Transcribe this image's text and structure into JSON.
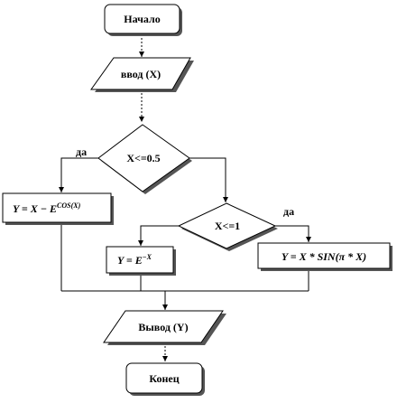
{
  "nodes": {
    "start": "Начало",
    "input": "ввод (X)",
    "cond1": "X<=0.5",
    "formula1": {
      "lhs": "Y = X − E",
      "exp": "COS(X)"
    },
    "cond2": "X<=1",
    "formula2": {
      "lhs": "Y = E",
      "exp": "−X"
    },
    "formula3": "Y = X * SIN(π * X)",
    "output": "Вывод (Y)",
    "end": "Конец"
  },
  "edges": {
    "yes1": "да",
    "yes2": "да"
  }
}
